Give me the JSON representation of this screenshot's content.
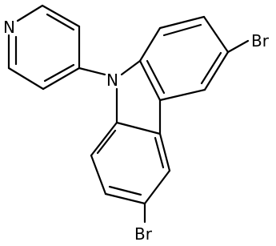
{
  "molecule": {
    "atoms": {
      "pyridine_n": "N",
      "carbazole_n": "N",
      "bromine_top": "Br",
      "bromine_bottom": "Br"
    }
  },
  "colors": {
    "bond": "#000000",
    "label": "#000000",
    "background": "#ffffff"
  }
}
